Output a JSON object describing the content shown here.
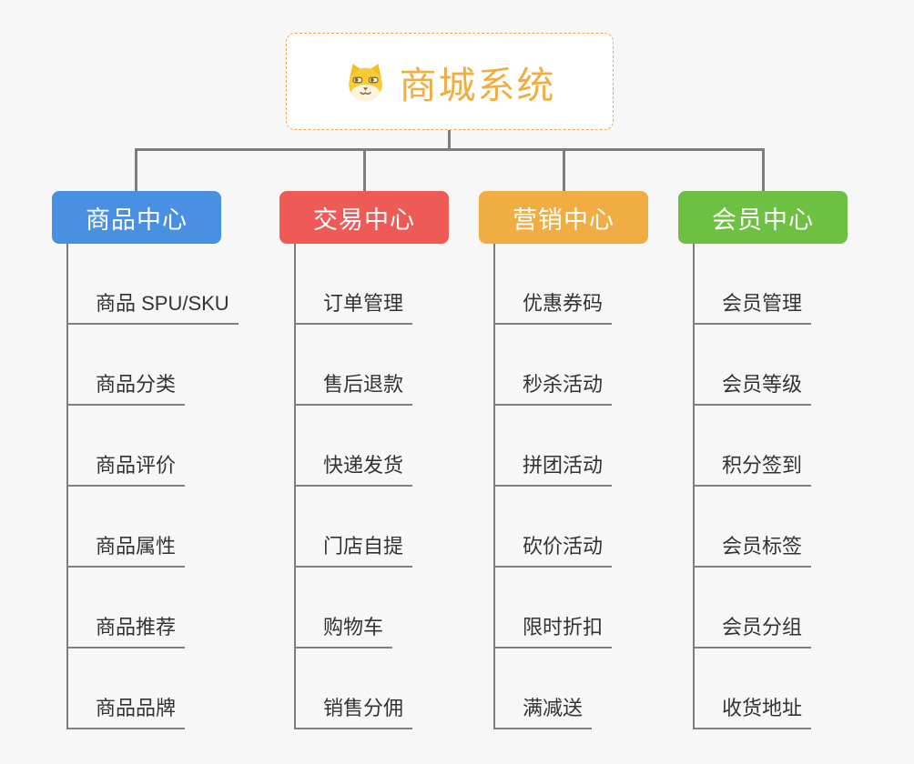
{
  "root": {
    "title": "商城系统",
    "title_color": "#f0ad42",
    "border_color": "#f0a64f",
    "icon": "dog-icon"
  },
  "colors": {
    "line": "#7d7d7d",
    "underline": "#7f7f7f",
    "background": "#f7f7f7",
    "child_text": "#333333"
  },
  "branches": [
    {
      "label": "商品中心",
      "color": "#4a90e2",
      "items": [
        "商品 SPU/SKU",
        "商品分类",
        "商品评价",
        "商品属性",
        "商品推荐",
        "商品品牌"
      ]
    },
    {
      "label": "交易中心",
      "color": "#ee5a55",
      "items": [
        "订单管理",
        "售后退款",
        "快递发货",
        "门店自提",
        "购物车",
        "销售分佣"
      ]
    },
    {
      "label": "营销中心",
      "color": "#f0ad43",
      "items": [
        "优惠券码",
        "秒杀活动",
        "拼团活动",
        "砍价活动",
        "限时折扣",
        "满减送"
      ]
    },
    {
      "label": "会员中心",
      "color": "#6ec043",
      "items": [
        "会员管理",
        "会员等级",
        "积分签到",
        "会员标签",
        "会员分组",
        "收货地址"
      ]
    }
  ]
}
